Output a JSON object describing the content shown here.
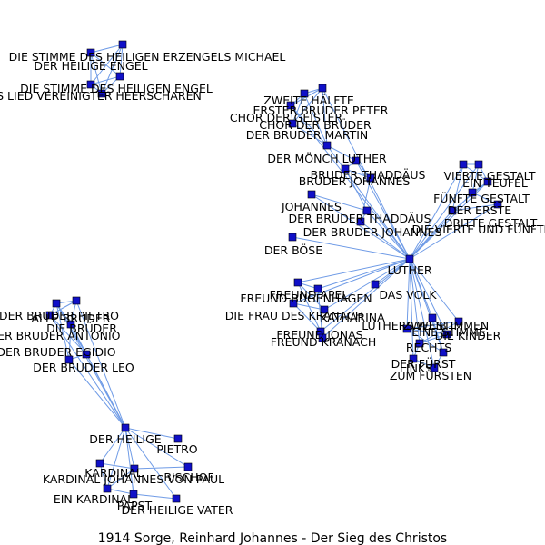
{
  "caption": "1914 Sorge, Reinhard Johannes - Der Sieg des Christos",
  "colors": {
    "edge": "#6f9be6",
    "node": "#1010c8",
    "node_border": "#000000",
    "text": "#000000"
  },
  "nodes": [
    {
      "id": 0,
      "label": "DIE STIMME DES HEILIGEN ERZENGELS MICHAEL"
    },
    {
      "id": 1,
      "label": ""
    },
    {
      "id": 2,
      "label": "DER HEILIGE ENGEL"
    },
    {
      "id": 3,
      "label": "DIE STIMME DES HEILIGEN ENGEL"
    },
    {
      "id": 4,
      "label": "DAS LIED VEREINIGTER HEERSCHAREN"
    },
    {
      "id": 5,
      "label": "ZWEITE HÄLFTE"
    },
    {
      "id": 6,
      "label": "ERSTER BRUDER PETER"
    },
    {
      "id": 7,
      "label": "CHOR DER GEISTER"
    },
    {
      "id": 8,
      "label": "CHOR DER BRÜDER"
    },
    {
      "id": 9,
      "label": "DER BRUDER MARTIN"
    },
    {
      "id": 10,
      "label": "DER MÖNCH LUTHER"
    },
    {
      "id": 11,
      "label": "BRUDER THADDÄUS"
    },
    {
      "id": 12,
      "label": "BRUDER JOHANNES"
    },
    {
      "id": 13,
      "label": "JOHANNES"
    },
    {
      "id": 14,
      "label": "DER BRUDER THADDÄUS"
    },
    {
      "id": 15,
      "label": "DER BRUDER JOHANNES"
    },
    {
      "id": 16,
      "label": "DER BÖSE"
    },
    {
      "id": 17,
      "label": "LUTHER"
    },
    {
      "id": 18,
      "label": "FREUND APEL"
    },
    {
      "id": 19,
      "label": "FREUND BUGENHAGEN"
    },
    {
      "id": 20,
      "label": "DAS VOLK"
    },
    {
      "id": 21,
      "label": "DIE FRAU DES KRANACH"
    },
    {
      "id": 22,
      "label": "KATHARINA"
    },
    {
      "id": 23,
      "label": "FREUND KRANACH"
    },
    {
      "id": 24,
      "label": "FREUND JONAS"
    },
    {
      "id": 25,
      "label": "VIERTE GESTALT"
    },
    {
      "id": 26,
      "label": "EIN TEUFEL"
    },
    {
      "id": 27,
      "label": "FÜNFTE GESTALT"
    },
    {
      "id": 28,
      "label": "DER ERSTE"
    },
    {
      "id": 29,
      "label": "DIE VIERTE UND FÜNFTE"
    },
    {
      "id": 30,
      "label": "DRITTE GESTALT"
    },
    {
      "id": 31,
      "label": "ZWEI STIMMEN"
    },
    {
      "id": 32,
      "label": "EINE STIMME"
    },
    {
      "id": 33,
      "label": "RECHTS"
    },
    {
      "id": 34,
      "label": "LINKS"
    },
    {
      "id": 35,
      "label": "ZUM FÜRSTEN"
    },
    {
      "id": 36,
      "label": "DER FÜRST"
    },
    {
      "id": 37,
      "label": "LUTHERS WEIB"
    },
    {
      "id": 38,
      "label": "DIE KINDER"
    },
    {
      "id": 39,
      "label": "DER BRUDER PIETRO"
    },
    {
      "id": 40,
      "label": "DIE BRÜDER"
    },
    {
      "id": 41,
      "label": "ALLE BRÜDER"
    },
    {
      "id": 42,
      "label": "DER BRUDER ANTONIO"
    },
    {
      "id": 43,
      "label": "DER BRUDER EGIDIO"
    },
    {
      "id": 44,
      "label": "DER BRUDER LEO"
    },
    {
      "id": 45,
      "label": "DER HEILIGE"
    },
    {
      "id": 46,
      "label": "PIETRO"
    },
    {
      "id": 47,
      "label": "KARDINAL"
    },
    {
      "id": 48,
      "label": "BISCHOF"
    },
    {
      "id": 49,
      "label": "KARDINAL JOHANNES VON PAUL"
    },
    {
      "id": 50,
      "label": "EIN KARDINAL"
    },
    {
      "id": 51,
      "label": "PAPST"
    },
    {
      "id": 52,
      "label": "DER HEILIGE VATER"
    }
  ],
  "edges": [
    [
      0,
      1
    ],
    [
      0,
      2
    ],
    [
      0,
      3
    ],
    [
      0,
      4
    ],
    [
      1,
      2
    ],
    [
      1,
      3
    ],
    [
      1,
      4
    ],
    [
      2,
      3
    ],
    [
      2,
      4
    ],
    [
      3,
      4
    ],
    [
      5,
      6
    ],
    [
      5,
      7
    ],
    [
      5,
      8
    ],
    [
      5,
      9
    ],
    [
      6,
      7
    ],
    [
      6,
      8
    ],
    [
      6,
      9
    ],
    [
      7,
      8
    ],
    [
      7,
      9
    ],
    [
      8,
      9
    ],
    [
      9,
      10
    ],
    [
      10,
      11
    ],
    [
      10,
      12
    ],
    [
      10,
      17
    ],
    [
      11,
      12
    ],
    [
      11,
      14
    ],
    [
      12,
      15
    ],
    [
      13,
      17
    ],
    [
      14,
      17
    ],
    [
      15,
      17
    ],
    [
      16,
      17
    ],
    [
      9,
      17
    ],
    [
      5,
      17
    ],
    [
      6,
      17
    ],
    [
      13,
      14
    ],
    [
      14,
      15
    ],
    [
      17,
      18
    ],
    [
      17,
      19
    ],
    [
      17,
      20
    ],
    [
      17,
      21
    ],
    [
      17,
      22
    ],
    [
      17,
      23
    ],
    [
      17,
      24
    ],
    [
      18,
      19
    ],
    [
      18,
      23
    ],
    [
      19,
      24
    ],
    [
      21,
      22
    ],
    [
      22,
      23
    ],
    [
      23,
      24
    ],
    [
      18,
      21
    ],
    [
      17,
      25
    ],
    [
      17,
      26
    ],
    [
      17,
      27
    ],
    [
      17,
      28
    ],
    [
      17,
      29
    ],
    [
      17,
      30
    ],
    [
      25,
      26
    ],
    [
      25,
      27
    ],
    [
      26,
      27
    ],
    [
      27,
      28
    ],
    [
      28,
      29
    ],
    [
      29,
      30
    ],
    [
      30,
      25
    ],
    [
      26,
      28
    ],
    [
      27,
      30
    ],
    [
      17,
      31
    ],
    [
      17,
      32
    ],
    [
      17,
      33
    ],
    [
      17,
      34
    ],
    [
      17,
      35
    ],
    [
      17,
      36
    ],
    [
      17,
      37
    ],
    [
      17,
      38
    ],
    [
      31,
      32
    ],
    [
      32,
      33
    ],
    [
      33,
      34
    ],
    [
      34,
      35
    ],
    [
      35,
      36
    ],
    [
      36,
      37
    ],
    [
      37,
      38
    ],
    [
      31,
      36
    ],
    [
      32,
      37
    ],
    [
      33,
      38
    ],
    [
      39,
      40
    ],
    [
      39,
      41
    ],
    [
      39,
      42
    ],
    [
      39,
      43
    ],
    [
      39,
      44
    ],
    [
      40,
      41
    ],
    [
      40,
      42
    ],
    [
      41,
      43
    ],
    [
      42,
      43
    ],
    [
      42,
      44
    ],
    [
      43,
      44
    ],
    [
      39,
      45
    ],
    [
      40,
      45
    ],
    [
      41,
      45
    ],
    [
      42,
      45
    ],
    [
      43,
      45
    ],
    [
      44,
      45
    ],
    [
      45,
      46
    ],
    [
      45,
      47
    ],
    [
      45,
      48
    ],
    [
      45,
      49
    ],
    [
      45,
      50
    ],
    [
      45,
      51
    ],
    [
      45,
      52
    ],
    [
      47,
      49
    ],
    [
      47,
      50
    ],
    [
      49,
      50
    ],
    [
      49,
      51
    ],
    [
      50,
      51
    ],
    [
      51,
      52
    ],
    [
      48,
      49
    ]
  ]
}
